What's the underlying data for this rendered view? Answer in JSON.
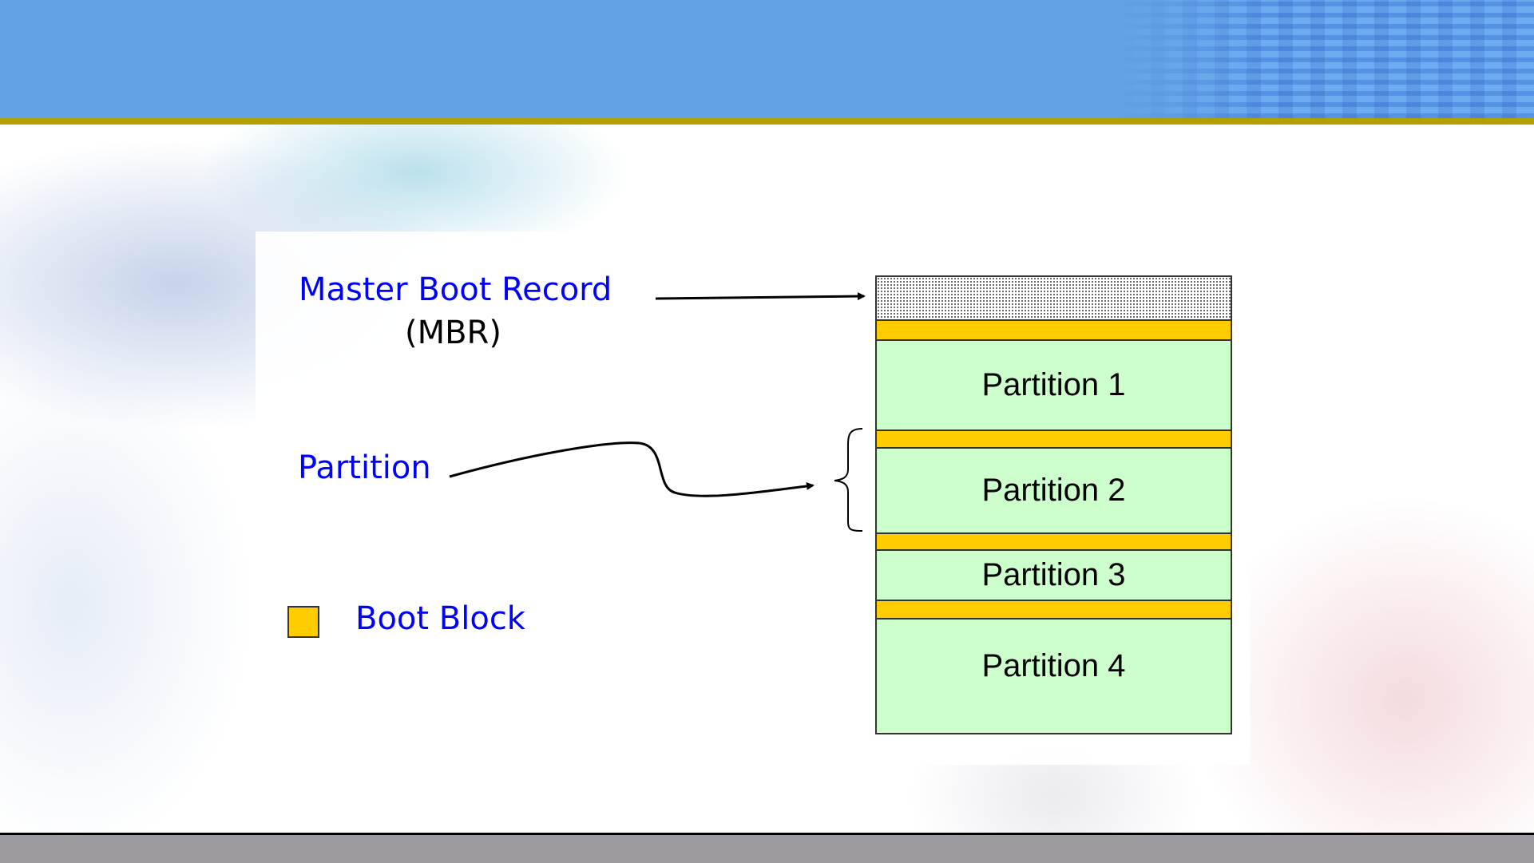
{
  "slide": {
    "colors": {
      "header_blue": "#63a2e4",
      "gold_band": "#b3a000",
      "footer_gray": "#9c9a9e",
      "label_blue": "#0000ff",
      "boot_block": "#ffcc00",
      "partition_fill": "#ccffcc"
    }
  },
  "labels": {
    "mbr_title": "Master Boot Record",
    "mbr_abbr": "(MBR)",
    "partition": "Partition",
    "boot_block": "Boot Block"
  },
  "disk": {
    "segments": [
      {
        "type": "mbr",
        "label": ""
      },
      {
        "type": "boot",
        "label": ""
      },
      {
        "type": "partition",
        "label": "Partition 1"
      },
      {
        "type": "boot",
        "label": ""
      },
      {
        "type": "partition",
        "label": "Partition 2"
      },
      {
        "type": "boot",
        "label": ""
      },
      {
        "type": "partition",
        "label": "Partition 3"
      },
      {
        "type": "boot",
        "label": ""
      },
      {
        "type": "partition",
        "label": "Partition 4"
      }
    ]
  },
  "annotations": [
    {
      "from": "Master Boot Record",
      "to": "MBR segment",
      "style": "straight-arrow"
    },
    {
      "from": "Partition",
      "to": "Partition 2",
      "style": "curved-arrow-with-brace"
    }
  ],
  "legend": [
    {
      "swatch": "boot-block-color",
      "label": "Boot Block"
    }
  ]
}
